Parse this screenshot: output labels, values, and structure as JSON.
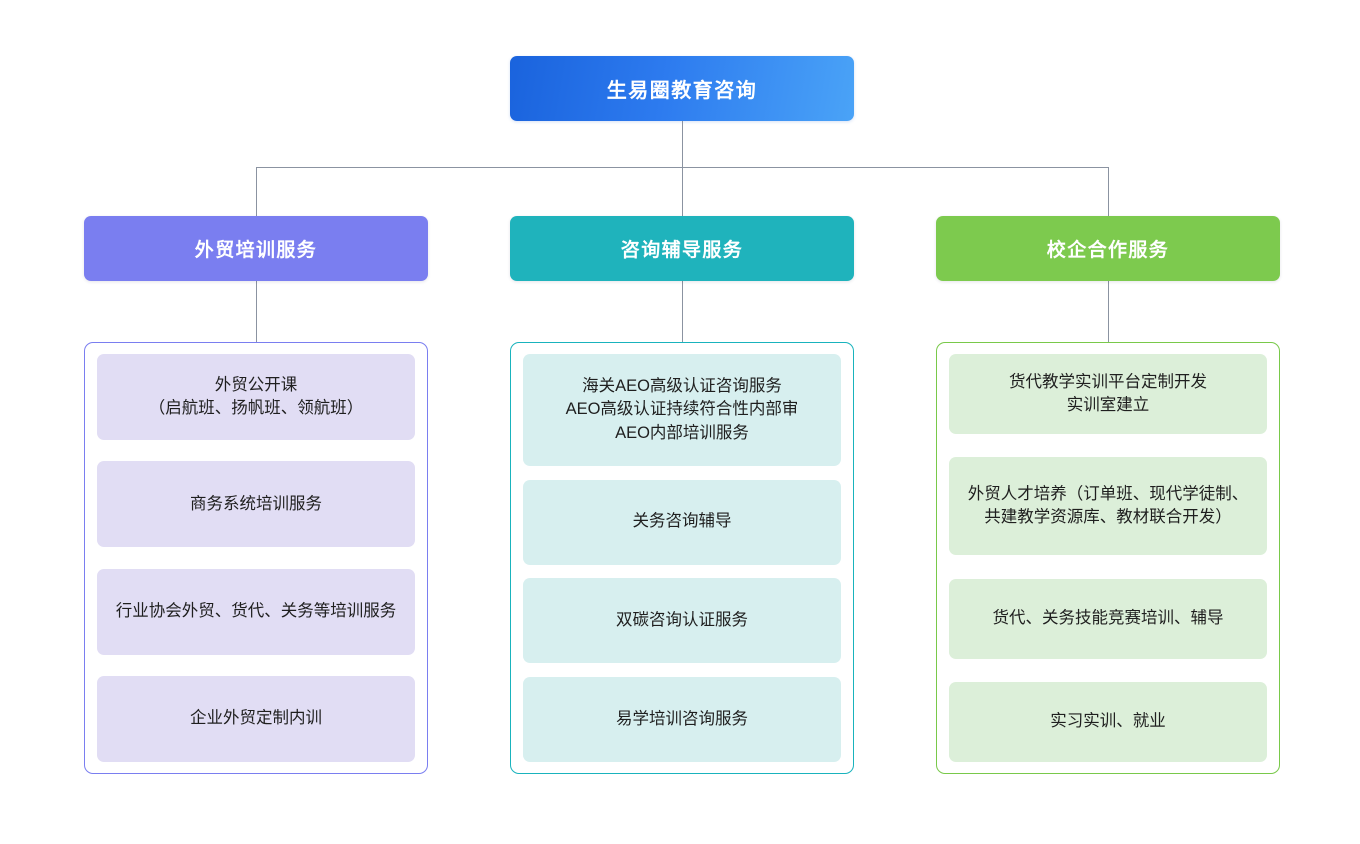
{
  "chart_data": {
    "type": "diagram",
    "diagram_type": "organization-tree",
    "title": "生易圈教育咨询",
    "orientation": "top-down",
    "levels": 3,
    "connector_color": "#8b93a1",
    "background": "#ffffff",
    "root": {
      "label": "生易圈教育咨询",
      "gradient_from": "#1a63dd",
      "gradient_to": "#4aa3f7"
    },
    "branches": [
      {
        "id": "branch-waimao-peixun",
        "label": "外贸培训服务",
        "accent": "#7a7ef0",
        "leaf_background": "#e1ddf4",
        "items": [
          "外贸公开课\n（启航班、扬帆班、领航班）",
          "商务系统培训服务",
          "行业协会外贸、货代、关务等培训服务",
          "企业外贸定制内训"
        ]
      },
      {
        "id": "branch-zixun-fudao",
        "label": "咨询辅导服务",
        "accent": "#1fb3bc",
        "leaf_background": "#d7efef",
        "items": [
          "海关AEO高级认证咨询服务\nAEO高级认证持续符合性内部审\nAEO内部培训服务",
          "关务咨询辅导",
          "双碳咨询认证服务",
          "易学培训咨询服务"
        ]
      },
      {
        "id": "branch-xiaoqi-hezuo",
        "label": "校企合作服务",
        "accent": "#7dca4e",
        "leaf_background": "#dcefd9",
        "items": [
          "货代教学实训平台定制开发\n实训室建立",
          "外贸人才培养（订单班、现代学徒制、共建教学资源库、教材联合开发）",
          "货代、关务技能竞赛培训、辅导",
          "实习实训、就业"
        ]
      }
    ]
  }
}
